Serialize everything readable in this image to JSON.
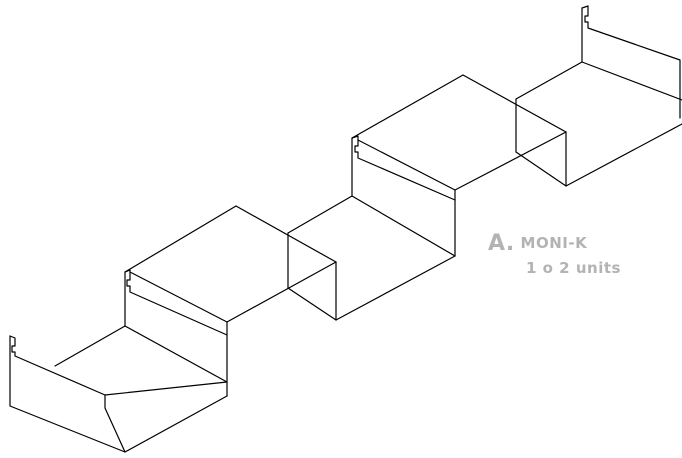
{
  "caption": {
    "letter": "A.",
    "product": "MONI-K",
    "note": "1 o 2 units"
  },
  "colors": {
    "line": "#000000",
    "caption": "#b3b3b3",
    "background": "#ffffff"
  }
}
